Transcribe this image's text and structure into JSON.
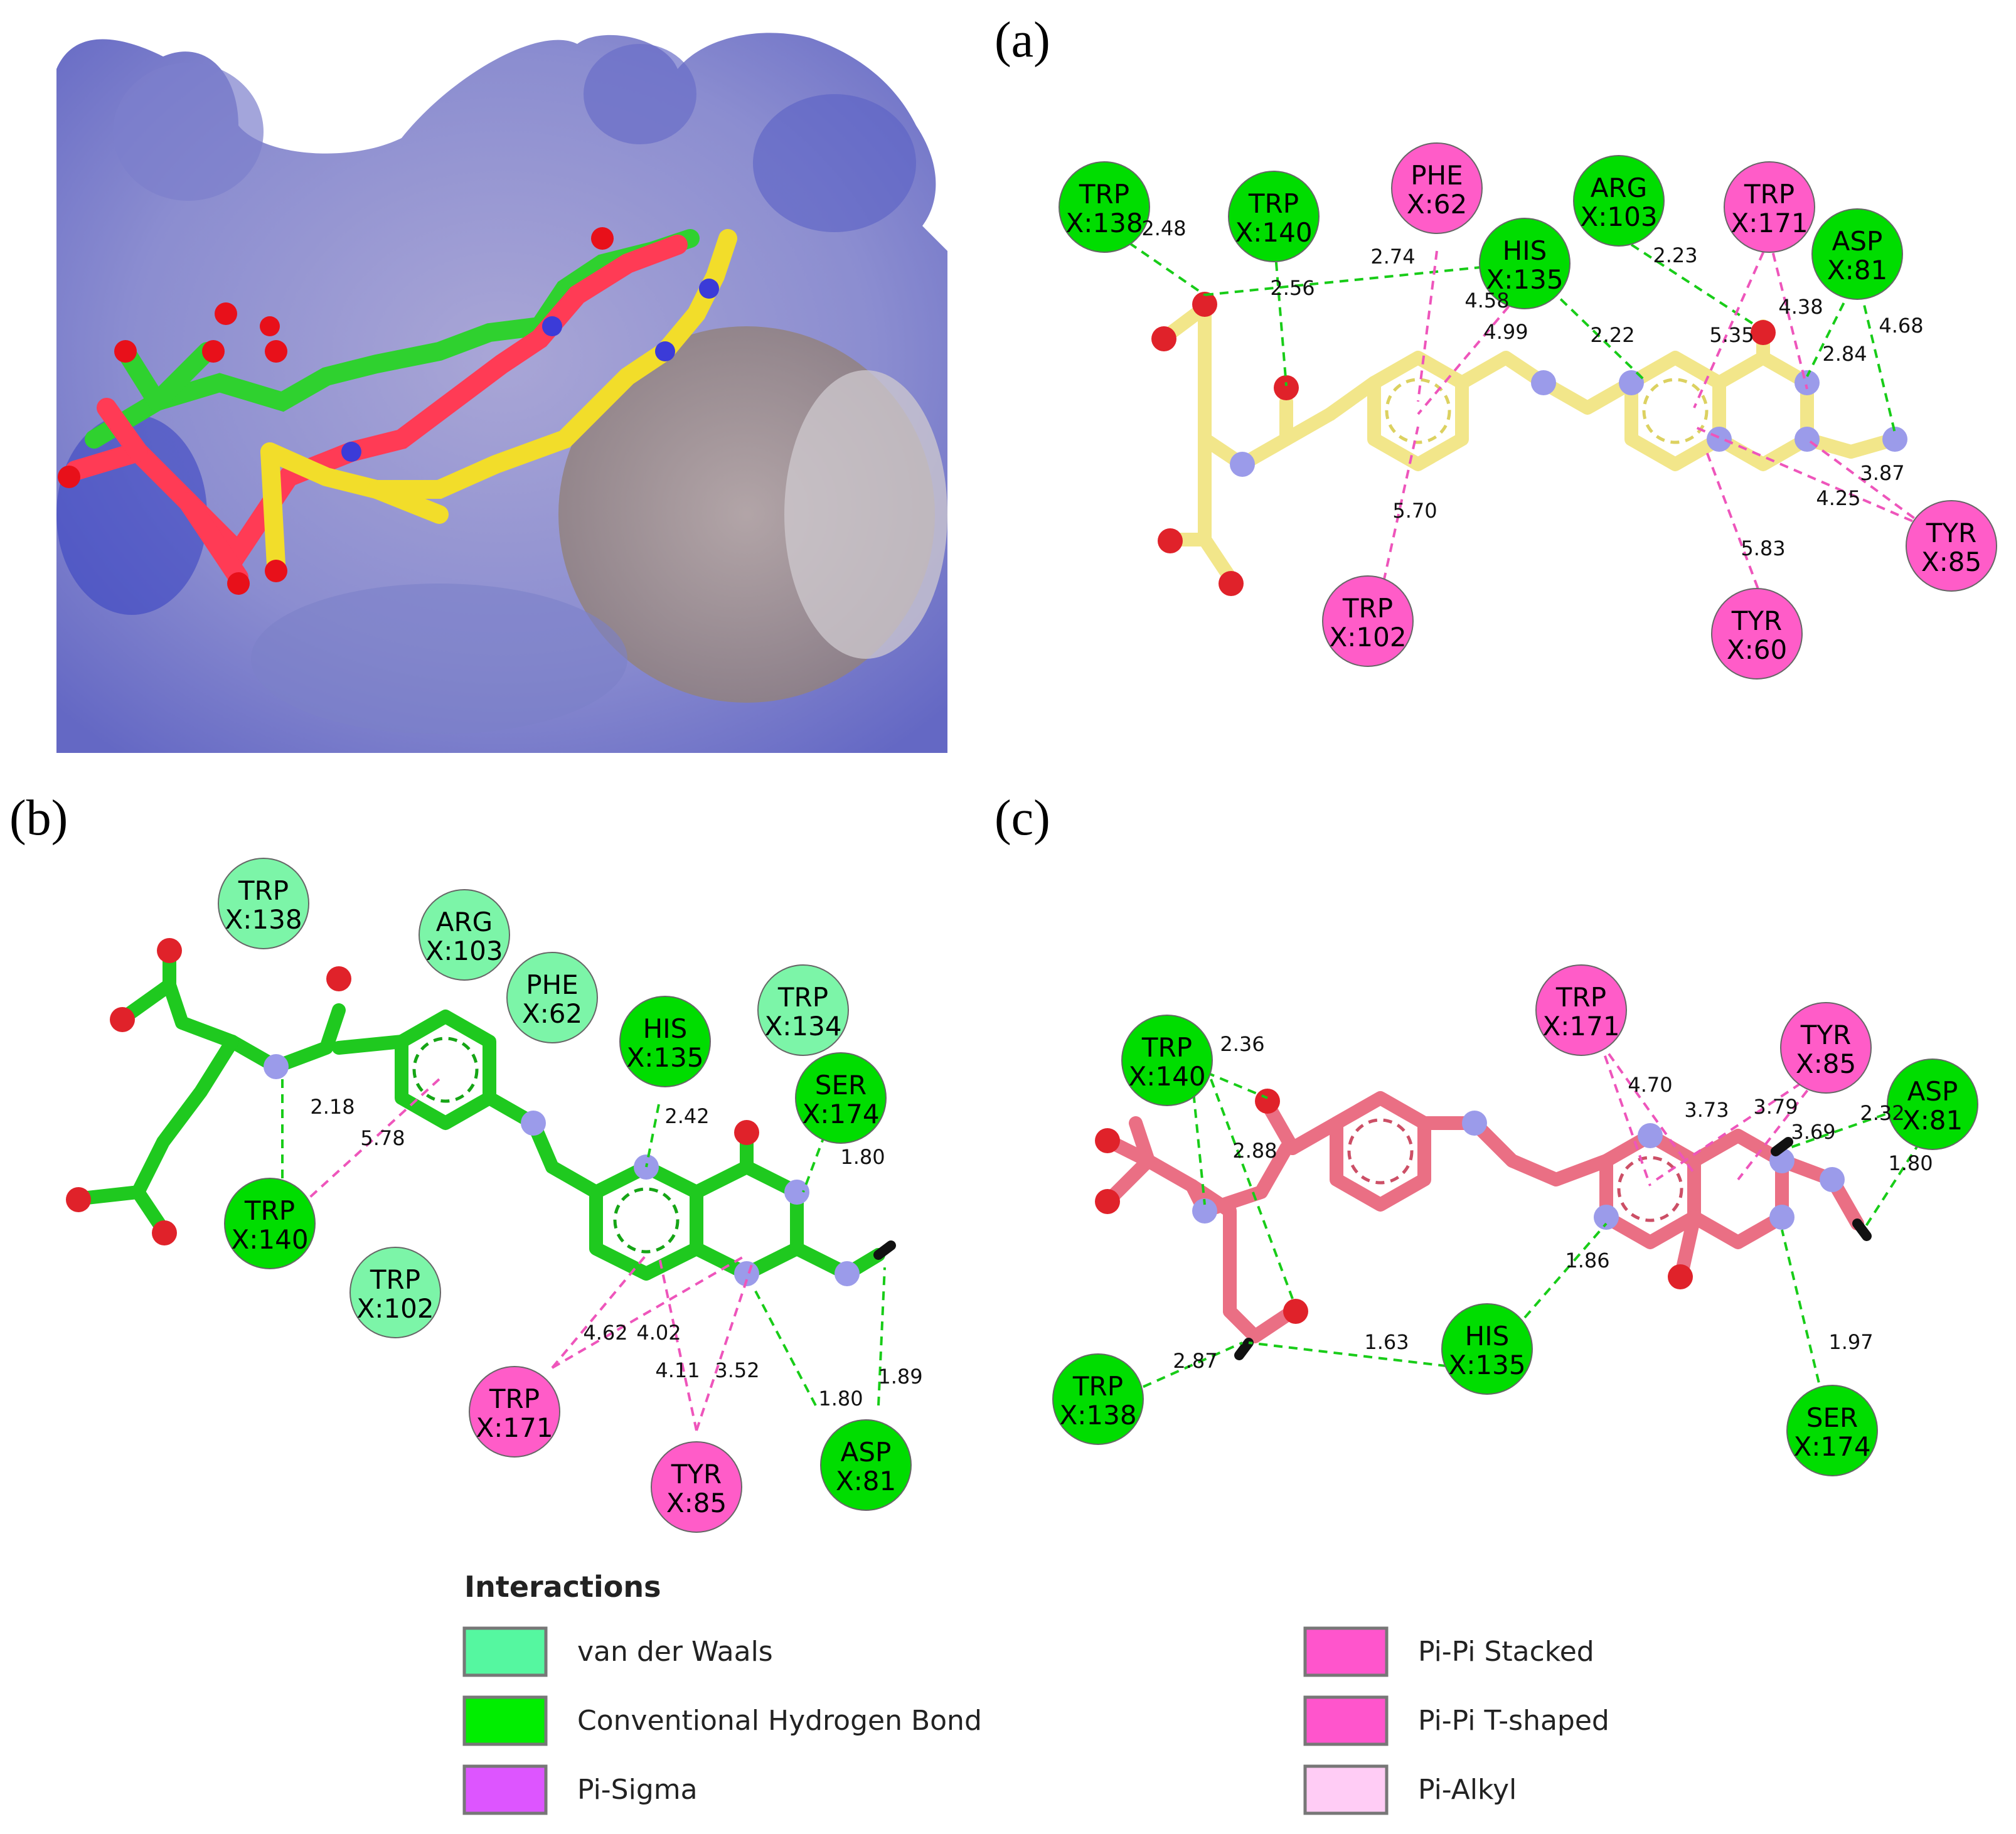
{
  "panels": {
    "a": "(a)",
    "b": "(b)",
    "c": "(c)"
  },
  "colors": {
    "vdw": "#7cf5a8",
    "hbond": "#00dd00",
    "pi_sigma": "#dd66ff",
    "pi_pi": "#ff5cc8",
    "pi_tshaped": "#ff5cc8",
    "pi_alkyl": "#ffc3f3",
    "ligand_a": "#f2e68a",
    "ligand_b": "#1fc91f",
    "ligand_c": "#ea6f84",
    "nitrogen": "#9b9bea",
    "oxygen": "#e0222a"
  },
  "legend": {
    "title": "Interactions",
    "items": [
      {
        "label": "van der Waals",
        "color": "#55f7a0"
      },
      {
        "label": "Conventional Hydrogen Bond",
        "color": "#00ee00"
      },
      {
        "label": "Pi-Sigma",
        "color": "#dd55ff"
      },
      {
        "label": "Pi-Pi Stacked",
        "color": "#ff55cc"
      },
      {
        "label": "Pi-Pi T-shaped",
        "color": "#ff55cc"
      },
      {
        "label": "Pi-Alkyl",
        "color": "#ffccf5"
      }
    ]
  },
  "a": {
    "residues": [
      {
        "id": "trp138",
        "l1": "TRP",
        "l2": "X:138",
        "type": "hbond"
      },
      {
        "id": "trp140",
        "l1": "TRP",
        "l2": "X:140",
        "type": "hbond"
      },
      {
        "id": "phe62",
        "l1": "PHE",
        "l2": "X:62",
        "type": "pi"
      },
      {
        "id": "his135",
        "l1": "HIS",
        "l2": "X:135",
        "type": "hbond"
      },
      {
        "id": "arg103",
        "l1": "ARG",
        "l2": "X:103",
        "type": "hbond"
      },
      {
        "id": "trp171",
        "l1": "TRP",
        "l2": "X:171",
        "type": "pi"
      },
      {
        "id": "asp81",
        "l1": "ASP",
        "l2": "X:81",
        "type": "hbond"
      },
      {
        "id": "trp102",
        "l1": "TRP",
        "l2": "X:102",
        "type": "pi"
      },
      {
        "id": "tyr85",
        "l1": "TYR",
        "l2": "X:85",
        "type": "pi"
      },
      {
        "id": "tyr60",
        "l1": "TYR",
        "l2": "X:60",
        "type": "pi"
      }
    ],
    "distances": [
      "2.48",
      "2.74",
      "2.56",
      "4.58",
      "4.99",
      "2.22",
      "2.23",
      "4.38",
      "5.35",
      "4.68",
      "2.84",
      "3.87",
      "4.25",
      "5.70",
      "5.83"
    ]
  },
  "b": {
    "residues": [
      {
        "id": "trp138",
        "l1": "TRP",
        "l2": "X:138",
        "type": "vdw"
      },
      {
        "id": "arg103",
        "l1": "ARG",
        "l2": "X:103",
        "type": "vdw"
      },
      {
        "id": "phe62",
        "l1": "PHE",
        "l2": "X:62",
        "type": "vdw"
      },
      {
        "id": "his135",
        "l1": "HIS",
        "l2": "X:135",
        "type": "hbond"
      },
      {
        "id": "trp134",
        "l1": "TRP",
        "l2": "X:134",
        "type": "vdw"
      },
      {
        "id": "ser174",
        "l1": "SER",
        "l2": "X:174",
        "type": "hbond"
      },
      {
        "id": "trp140",
        "l1": "TRP",
        "l2": "X:140",
        "type": "hbond"
      },
      {
        "id": "trp102",
        "l1": "TRP",
        "l2": "X:102",
        "type": "vdw"
      },
      {
        "id": "trp171",
        "l1": "TRP",
        "l2": "X:171",
        "type": "pi"
      },
      {
        "id": "tyr85",
        "l1": "TYR",
        "l2": "X:85",
        "type": "pi"
      },
      {
        "id": "asp81",
        "l1": "ASP",
        "l2": "X:81",
        "type": "hbond"
      }
    ],
    "distances": [
      "2.18",
      "5.78",
      "2.42",
      "1.80",
      "4.62",
      "4.02",
      "4.11",
      "3.52",
      "1.80",
      "1.89"
    ]
  },
  "c": {
    "residues": [
      {
        "id": "trp140",
        "l1": "TRP",
        "l2": "X:140",
        "type": "hbond"
      },
      {
        "id": "trp171",
        "l1": "TRP",
        "l2": "X:171",
        "type": "pi"
      },
      {
        "id": "tyr85",
        "l1": "TYR",
        "l2": "X:85",
        "type": "pi"
      },
      {
        "id": "asp81",
        "l1": "ASP",
        "l2": "X:81",
        "type": "hbond"
      },
      {
        "id": "trp138",
        "l1": "TRP",
        "l2": "X:138",
        "type": "hbond"
      },
      {
        "id": "his135",
        "l1": "HIS",
        "l2": "X:135",
        "type": "hbond"
      },
      {
        "id": "ser174",
        "l1": "SER",
        "l2": "X:174",
        "type": "hbond"
      }
    ],
    "distances": [
      "2.36",
      "2.88",
      "4.70",
      "3.73",
      "3.79",
      "3.69",
      "2.32",
      "1.80",
      "1.86",
      "2.87",
      "1.63",
      "1.97"
    ]
  }
}
